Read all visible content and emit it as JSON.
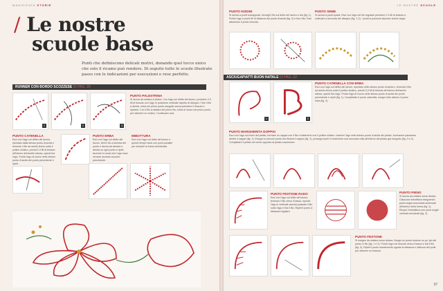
{
  "header": {
    "left_runner_a": "MANIDIFATA",
    "left_runner_b": "STORIE",
    "right_runner_a": "LE NOSTRE",
    "right_runner_b": "SCUOLE"
  },
  "title": {
    "slash": "/",
    "line1": "Le nostre",
    "line2": "scuole base"
  },
  "intro": "Punti che definiscono delicati motivi, donando quel tocco unico che solo il ricamo può rendere. Di seguito tutte le scuole illustrate passo con le indicazioni per esecuzioni e rese perfette.",
  "sections": {
    "runner": {
      "label": "RUNNER CON BORDO SCOZZESE",
      "ref": "DI PAG. 20"
    },
    "asciugapiatti": {
      "label": "ASCIUGAPIATTI BUON NATALE",
      "ref": "DI PAG. 22"
    }
  },
  "stitches": {
    "palestrina": {
      "title": "PUNTO PALESTRINA",
      "text": "Si lavora da sinistra a destra. Con l'ago sul diritto del lavoro, prendere 2-3 fili di tessuto con l'ago in posizione verticale rispetto al disegno. Fare il filo a destra, entra nel primo punto eseguito senza prendere il tessuto e ripetere. Con il filo a sinistra del primo filo, entra di nuovo nel primo punto per ottenere un nodino. Continuare così."
    },
    "catenella": {
      "title": "PUNTO CATENELLA",
      "text": "Esci con l'ago sul diritto del lavoro, ripuntalo dalla stessa punto d'uscita e tenendo il filo ad anello fermo sotto il pollice sinistro, prendi 2-3 fili di tessuto all'interno dell'anello stesso, quindi tira l'ago. Punta l'ago di nuovo nello stesso punto d'uscita del punto precedente e ripeti."
    },
    "erba": {
      "title": "PUNTO ERBA",
      "text": "Esci con l'ago sul diritto del lavoro, tieni il filo a sinistra del punto e lavora da sinistra a destra su ogni punto e ripeti, facendo in modo che l'ago esca sempre accanto al punto precedente."
    },
    "imbottura": {
      "title": "IMBOTTURA",
      "text": "Esci con l'ago sul dritto del lavoro e quindi riempi l'area con punti paralleli per riempire la forma desiderata."
    },
    "nodini": {
      "title": "PUNTO NODINI",
      "text": "Si lavora a punti sovrapposti. Avvolgi il filo sul dritto del lavoro e tira (fig. 1). Punta l'ago a pochi fili di distanza dal punto d'uscita (fig. 2) e tira il filo. Esci attraverso il punto d'uscita."
    },
    "seme": {
      "title": "PUNTO SEME",
      "text": "Si lavora a punti sparsi. Esci con l'ago nel filo regolare prendere 2-3 fili di tessuto e sollevare a seconda del disegno (fig. 1-2). I punti si possono lavorare anche doppi."
    },
    "catenella_erba": {
      "title": "PUNTO CATENELLA CON ERBA",
      "text": "Esci con l'ago sul diritto del lavoro, ripuntalo nello stesso punto d'uscita e, tenendo il filo ad anello fermo sotto il pollice sinistro, prendi 3-4 fili di tessuto all'interno dell'anello stesso, quindi tira l'ago. Punta l'ago di nuovo nello stesso punto d'uscita del punto precedente e ripeti (fig. 1). Completato il punto catenella, esegui tutto attorno il punto erba (fig. 2)."
    },
    "margherita": {
      "title": "PUNTO MARGHERITA DOPPIO",
      "text": "Esci con l'ago sul inizio del petalo, formare un cappio con il filo e trattenerlo con il pollice sinistro. Inserire l'ago nello stesso punto d'uscita del petalo, fuoriuscire passando dentro il cappio (fig. 1). Esegui un piccolo punto che fissera il cappio (fig. 2), prosegui ripeti il movimento una seconda volta all'interno del petalo già eseguito (fig. 3 e 4). Completare il petalo nel verso opposto al petalo successivo."
    },
    "festone_rado": {
      "title": "PUNTO FESTONE RADO",
      "text": "Esci con l'ago sul dritto del lavoro, tenendo il filo verso il basso, ripunta l'ago in verticale avendo passato il filo sotto l'ago e tira il filo. Ripeti il punto a distanza regolare."
    },
    "pieno": {
      "title": "PUNTO PIENO",
      "text": "Si lavora da sinistra verso destra. Ciascuna imbottitura eseguendo punti lunghi orizzontali ravvicinati all'interno della forma (fig. 1). Ricopri l'imbottitura con punti lunghi verticali ravvicinati (fig. 2)."
    },
    "festone": {
      "title": "PUNTO FESTONE",
      "text": "Si esegue da sinistra verso destra. Esegui un punto festone un po' più del punto in filo (fig. 1 e 2). Punta l'ago nel tessuto verso il basso e tira il filo (fig. 3). Ripeti il punto mantenendo uguale la distanza e l'altezza dei punti per ottenere un festone."
    }
  },
  "steps": [
    "1",
    "2",
    "3",
    "1",
    "2"
  ],
  "page_number": "37"
}
